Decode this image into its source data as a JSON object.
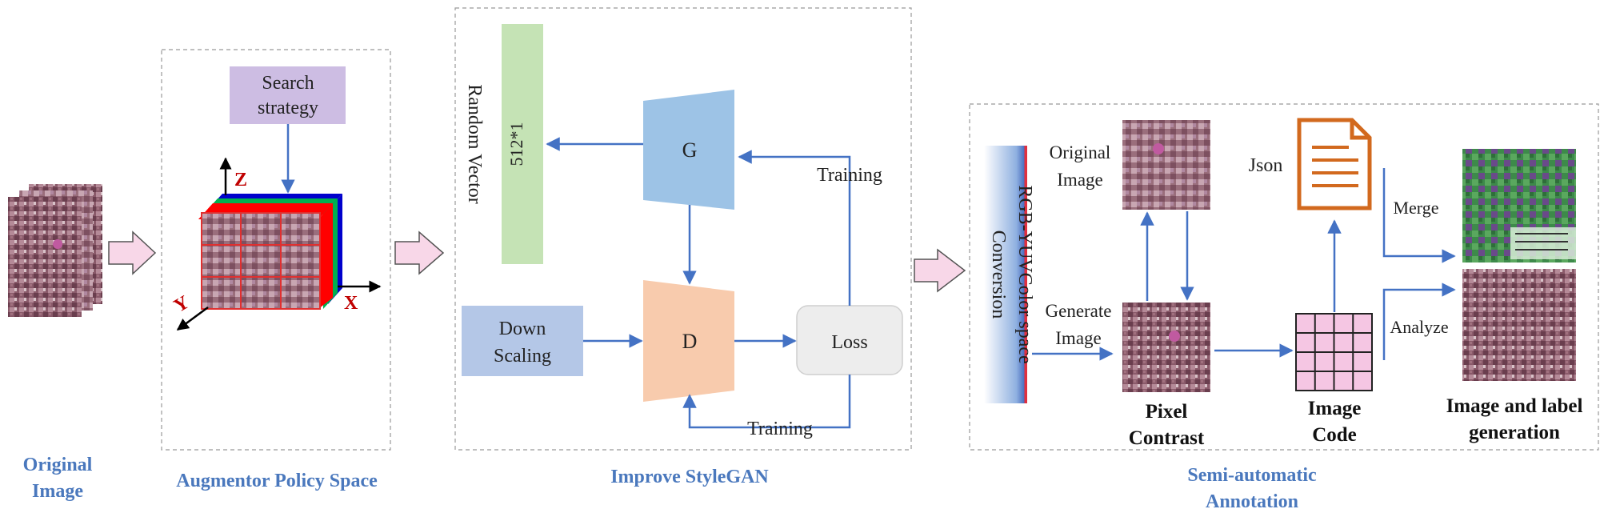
{
  "stage1": {
    "caption_lines": [
      "Original",
      "Image"
    ]
  },
  "stage2": {
    "caption": "Augmentor Policy Space",
    "search_lines": [
      "Search",
      "strategy"
    ],
    "axes": {
      "z": "Z",
      "y": "Y",
      "x": "X"
    }
  },
  "stage3": {
    "caption": "Improve StyleGAN",
    "random_vector": "Random Vector",
    "vector_size": "512*1",
    "generator": "G",
    "discriminator": "D",
    "down_scaling_lines": [
      "Down",
      "Scaling"
    ],
    "loss": "Loss",
    "training_top": "Training",
    "training_bottom": "Training"
  },
  "stage4": {
    "caption_lines": [
      "Semi-automatic",
      "Annotation"
    ],
    "rgb_yuv_lines": [
      "RGB-YUVColor space",
      "Conversion"
    ],
    "original_image_lines": [
      "Original",
      "Image"
    ],
    "generate_image_lines": [
      "Generate",
      "Image"
    ],
    "pixel_contrast_lines": [
      "Pixel",
      "Contrast"
    ],
    "json": "Json",
    "image_code_lines": [
      "Image",
      "Code"
    ],
    "merge": "Merge",
    "analyze": "Analyze",
    "output_lines": [
      "Image and label",
      "generation"
    ]
  },
  "colors": {
    "arrow": "#4472c4",
    "caption": "#4a78bd",
    "search_box": "#cdbde3",
    "random_vector": "#c5e3b5",
    "generator": "#9dc3e6",
    "discriminator": "#f8cbad",
    "down_scaling": "#b4c7e7",
    "loss": "#ededed",
    "big_arrow_fill": "#f8d7e8",
    "axis_label": "#c00000",
    "json_doc": "#d2691e",
    "grid_fill": "#f5c6e3"
  }
}
